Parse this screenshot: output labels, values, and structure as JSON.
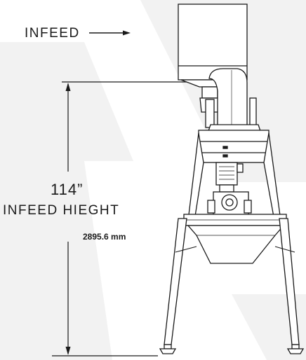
{
  "labels": {
    "infeed": "INFEED",
    "height_value": "114”",
    "height_caption": "INFEED  HIEGHT",
    "height_metric": "2895.6 mm"
  },
  "colors": {
    "background": "#ffffff",
    "watermark": "#f1f1f1",
    "line": "#1a1a1a"
  }
}
